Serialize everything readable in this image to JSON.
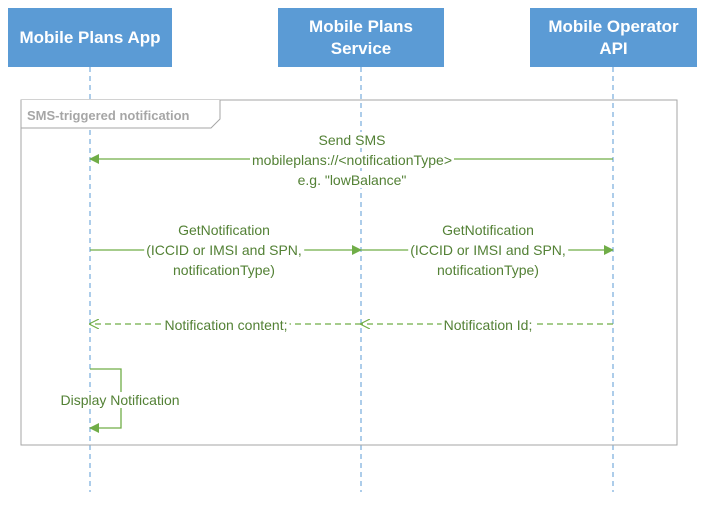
{
  "participants": {
    "app": "Mobile Plans App",
    "service": "Mobile Plans\nService",
    "operator": "Mobile Operator\nAPI"
  },
  "fragment": {
    "label": "SMS-triggered notification"
  },
  "messages": {
    "send_sms": {
      "line1": "Send SMS",
      "line2": "mobileplans://<notificationType>",
      "line3": "e.g. \"lowBalance\""
    },
    "get_notification_to_service": {
      "line1": "GetNotification",
      "line2": "(ICCID or IMSI and SPN,",
      "line3": "notificationType)"
    },
    "get_notification_to_operator": {
      "line1": "GetNotification",
      "line2": "(ICCID or IMSI and SPN,",
      "line3": "notificationType)"
    },
    "notification_content": {
      "label": "Notification content;"
    },
    "notification_id": {
      "label": "Notification Id;"
    },
    "display_notification": {
      "label": "Display Notification"
    }
  },
  "colors": {
    "participant_fill": "#5b9bd5",
    "lifeline": "#5b9bd5",
    "message": "#70ad47",
    "message_text": "#538135",
    "frame": "#a6a6a6"
  }
}
